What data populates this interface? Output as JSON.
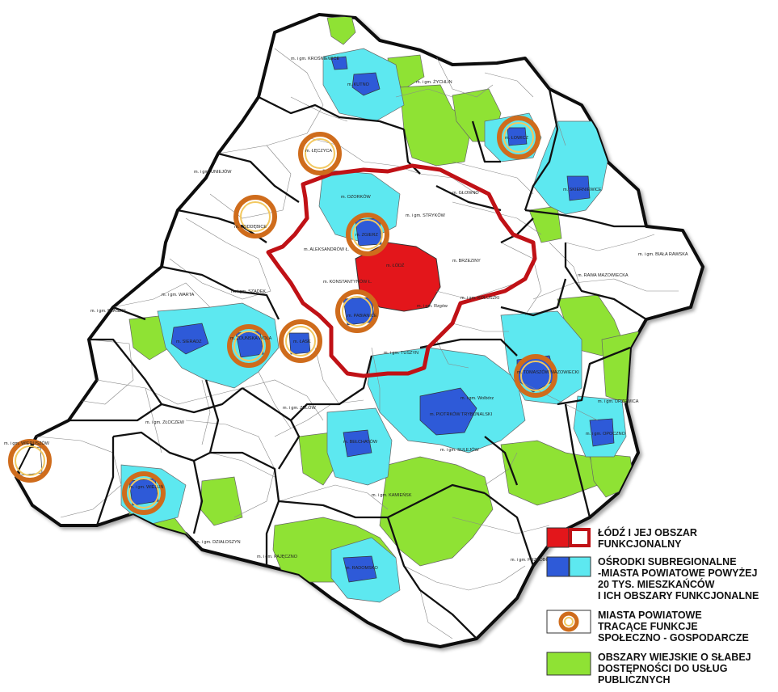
{
  "colors": {
    "lodz_area": "#e3161b",
    "lodz_border": "#c01116",
    "subregional_center": "#2e5ad8",
    "subregional_area": "#5de8f0",
    "town_ring": "#cf6c1c",
    "rural_area": "#8fe234",
    "commune_fill": "#ffffff",
    "border_county": "#111111",
    "border_commune": "#777777"
  },
  "regions": {
    "lodz_functional": [
      "Łódź",
      "Zgierz",
      "Pabianice",
      "Konstantynów Ł.",
      "Aleksandrów Ł.",
      "Ozorków",
      "Głowno",
      "Stryków",
      "Brzeziny",
      "Koluszki",
      "Tuszyn",
      "Rzgów"
    ],
    "subregional": [
      "Kutno",
      "Krośniewice",
      "Łowicz",
      "Skierniewice",
      "Sieradz",
      "Zduńska Wola",
      "Bełchatów",
      "Piotrków Trybunalski",
      "Tomaszów Mazowiecki",
      "Radomsko",
      "Opoczno"
    ],
    "losing_towns": [
      "Łęczyca",
      "Łowicz",
      "Poddębice",
      "Zgierz",
      "Pabianice",
      "Zduńska Wola",
      "Łask",
      "Tomaszów Mazowiecki",
      "Wieruszów",
      "Wieluń"
    ]
  },
  "map_labels": {
    "krosniewice": "m. i gm. KROŚNIEWICE",
    "kutno": "m. KUTNO",
    "zychlin": "m. i gm. ŻYCHLIN",
    "leczyca": "m. ŁĘCZYCA",
    "lowicz": "m. ŁOWICZ",
    "skierniewice": "m. SKIERNIEWICE",
    "uniejow": "m. i gm. UNIEJÓW",
    "ozorkow": "m. OZORKÓW",
    "glowno": "m. GŁOWNO",
    "strykow": "m. i gm. STRYKÓW",
    "poddebice": "m. PODDĘBICE",
    "zgierz": "m. ZGIERZ",
    "aleksandrow": "m. ALEKSANDRÓW Ł.",
    "lodz": "m. ŁÓDŹ",
    "konstantynow": "m. KONSTANTYNÓW Ł.",
    "brzeziny": "m. BRZEZINY",
    "biala_rawska": "m. i gm. BIAŁA RAWSKA",
    "rawa": "m. RAWA MAZOWIECKA",
    "warta": "m. i gm. WARTA",
    "szadek": "m. i gm. SZADEK",
    "koluszki": "m. i gm. KOLUSZKI",
    "blaszki": "m. i gm. BŁASZKI",
    "pabianice": "m. PABIANICE",
    "rzgow": "m. i gm. Rzgów",
    "zdunska_wola": "m. ZDUŃSKA WOLA",
    "sieradz": "m. SIERADZ",
    "lask": "m. ŁASK",
    "tuszyn": "m. i gm. TUSZYN",
    "tomaszow": "m. TOMASZÓW MAZOWIECKI",
    "drzewica": "m. i gm. DRZEWICA",
    "wolbórz": "m. i gm. Wolbórz",
    "zelow": "m. i gm. ZELÓW",
    "piotrkow": "m. PIOTRKÓW TRYBUNALSKI",
    "zloczew": "m. i gm. ZŁOCZEW",
    "wieruszow": "m. i gm. WIERUSZÓW",
    "belchatow": "m. BEŁCHATÓW",
    "sulejow": "m. i gm. SULEJÓW",
    "opoczno": "m. i gm. OPOCZNO",
    "wielun": "m. i gm. WIELUŃ",
    "kamiensk": "m. i gm. KAMIEŃSK",
    "dzialoszyn": "m. i gm. DZIAŁOSZYN",
    "pajeczno": "m. i gm. PAJĘCZNO",
    "radomsko": "m. RADOMSKO",
    "przedborz": "m. i gm. PRZEDBÓRZ"
  },
  "legend": {
    "items": [
      {
        "label": "ŁÓDŹ I JEJ OBSZAR\nFUNKCJONALNY"
      },
      {
        "label": "OŚRODKI SUBREGIONALNE\n-MIASTA POWIATOWE POWYŻEJ\n20 TYS. MIESZKAŃCÓW\nI ICH OBSZARY FUNKCJONALNE"
      },
      {
        "label": "MIASTA POWIATOWE\nTRACĄCE FUNKCJE\nSPOŁECZNO - GOSPODARCZE"
      },
      {
        "label": "OBSZARY WIEJSKIE O SŁABEJ\nDOSTĘPNOŚCI DO USŁUG\nPUBLICZNYCH"
      }
    ]
  }
}
